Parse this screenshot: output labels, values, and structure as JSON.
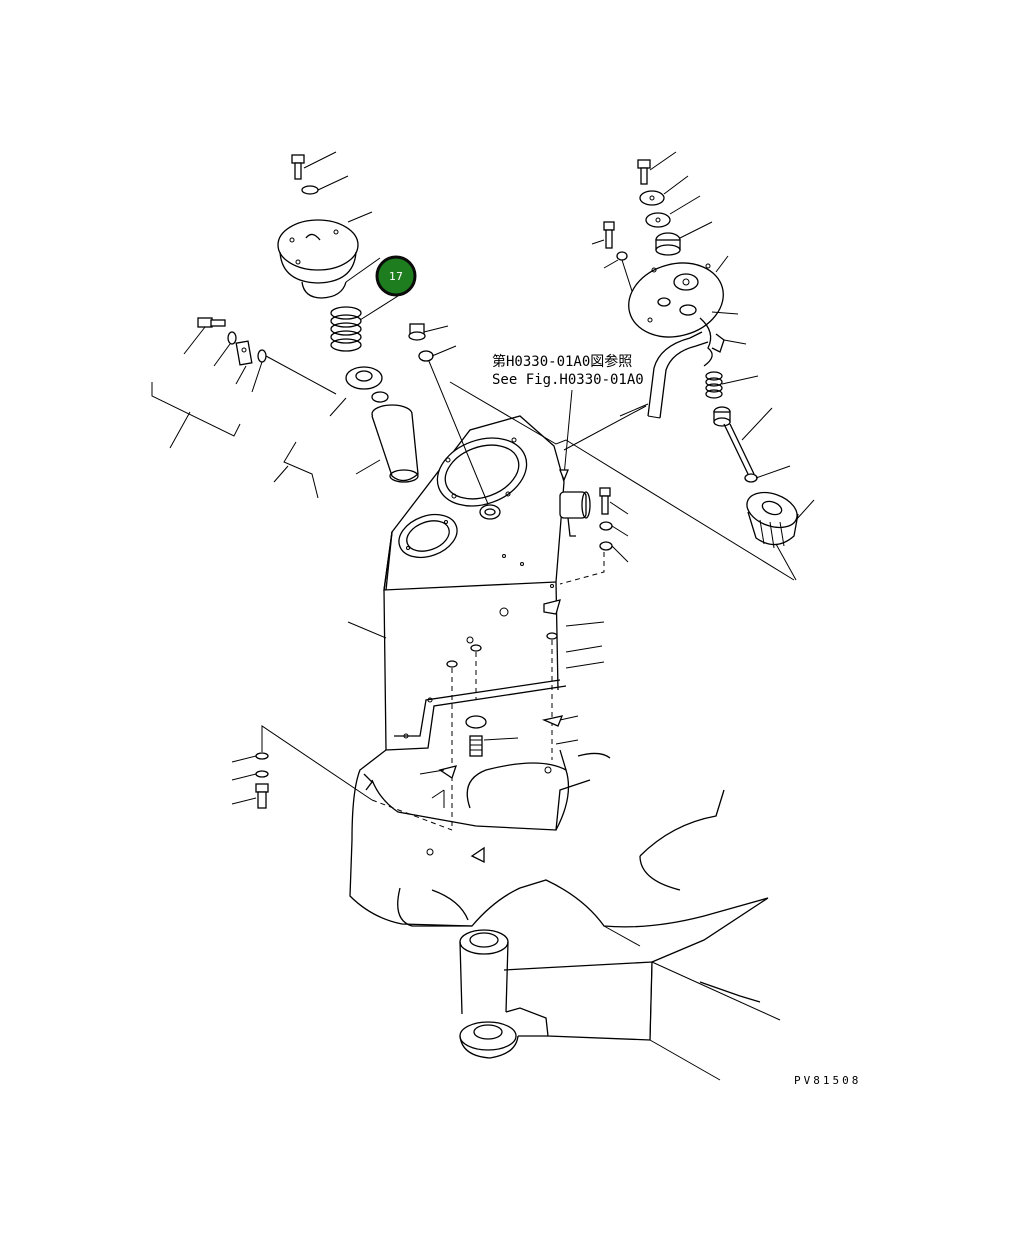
{
  "callout": {
    "item_number": "17",
    "color_fill": "#1e7d1e",
    "color_ring": "#0b0b0b"
  },
  "reference": {
    "line_jp": "第H0330-01A0図参照",
    "line_en": "See Fig.H0330-01A0"
  },
  "drawing_code": "PV81508"
}
